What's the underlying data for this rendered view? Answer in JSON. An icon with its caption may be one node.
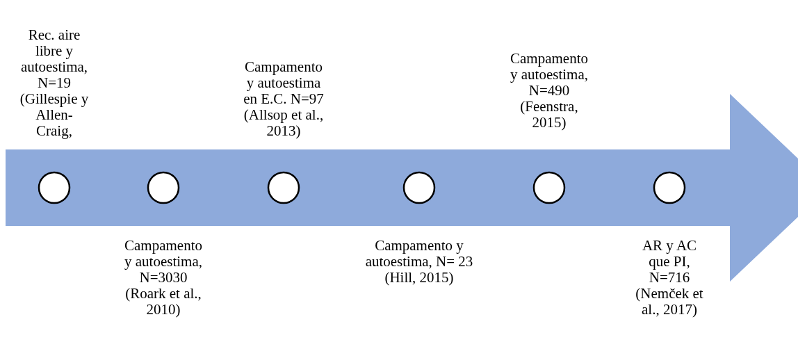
{
  "diagram": {
    "nodes": [
      {
        "text": [],
        "shape": "arrow"
      },
      {
        "text": [],
        "shape": "circle",
        "in": 0,
        "beside": [
          "Rec. aire libre y autoestima, N=19 (Gillespie y Allen-Craig,"
        ]
      },
      {
        "text": [],
        "shape": "circle",
        "in": 0,
        "beside": [
          "Campamento y autoestima, N=3030 (Roark et al., 2010)"
        ]
      },
      {
        "text": [],
        "shape": "circle",
        "in": 0,
        "beside": [
          "Campamento y autoestima en E.C. N=97 (Allsop et al., 2013)"
        ]
      },
      {
        "text": [],
        "shape": "circle",
        "in": 0,
        "beside": [
          "Campamento y autoestima, N= 23 (Hill, 2015)"
        ]
      },
      {
        "text": [],
        "shape": "circle",
        "in": 0,
        "beside": [
          "Campamento y autoestima, N=490 (Feenstra, 2015)"
        ]
      },
      {
        "text": [],
        "shape": "circle",
        "in": 0,
        "beside": [
          "AR y AC que PI, N=716 (Nemček et al., 2017)"
        ]
      }
    ]
  }
}
